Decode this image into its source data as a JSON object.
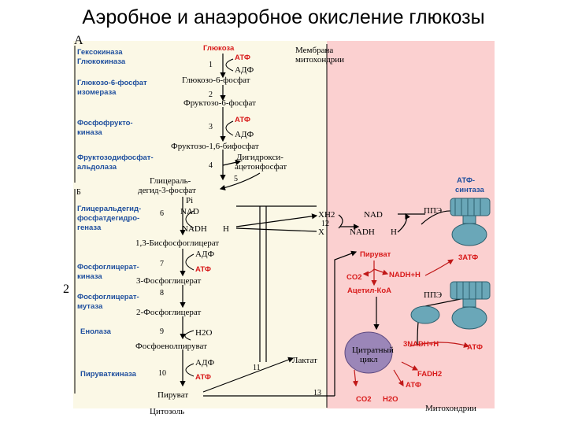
{
  "title": "Аэробное и анаэробное окисление глюкозы",
  "section_labels": {
    "a": "A",
    "b": "Б",
    "two": "2"
  },
  "membrane_label": [
    "Мембрана",
    "митохондрии"
  ],
  "compartments": {
    "cytosol": "Цитозоль",
    "mitochondria": "Митохондрии"
  },
  "enzymes": {
    "hexokinase": [
      "Гексокиназа",
      "Глюкокиназа"
    ],
    "isomerase": [
      "Глюкозо-6-фосфат",
      "изомераза"
    ],
    "pfk": [
      "Фосфофрукто-",
      "киназа"
    ],
    "aldolase": [
      "Фруктозодифосфат-",
      "альдолаза"
    ],
    "gapdh": [
      "Глицеральдегид-",
      "фосфатдегидро-",
      "геназа"
    ],
    "pgk": [
      "Фосфоглицерат-",
      "киназа"
    ],
    "pgm": [
      "Фосфоглицерат-",
      "мутаза"
    ],
    "enolase": "Енолаза",
    "pk": "Пируваткиназа"
  },
  "metabolites": {
    "glucose": "Глюкоза",
    "g6p": "Глюкозо-6-фосфат",
    "f6p": "Фруктозо-6-фосфат",
    "f16bp": "Фруктозо-1,6-бифосфат",
    "dhap": [
      "Дигидрокси-",
      "ацетонфосфат"
    ],
    "g3p": [
      "Глицераль-",
      "дегид-3-фосфат"
    ],
    "bpg": "1,3-Бисфосфоглицерат",
    "pg3": "3-Фосфоглицерат",
    "pg2": "2-Фосфоглицерат",
    "pep": "Фосфоенолпируват",
    "pyruvate": "Пируват",
    "lactate": "Лактат"
  },
  "cofactors": {
    "atp": "АТФ",
    "adp": "АДФ",
    "pi": "Pi",
    "nad": "NAD",
    "nadh": "NADH",
    "h": "H",
    "h2o": "H2O",
    "xh2": "XH2",
    "x": "X"
  },
  "step_numbers": [
    "1",
    "2",
    "3",
    "4",
    "5",
    "6",
    "7",
    "8",
    "9",
    "10",
    "11",
    "12",
    "13"
  ],
  "mito": {
    "atp_synthase": [
      "АТФ-",
      "синтаза"
    ],
    "etc": "ППЭ",
    "atp3": "3АТФ",
    "pyruvate": "Пируват",
    "co2": "CO2",
    "nadh_h": "NADH+H",
    "acetyl_coa": "Ацетил-КоА",
    "cycle": [
      "Цитратный",
      "цикл"
    ],
    "nadh3": "3NADH+H",
    "fadh2": "FADH2",
    "atp": "АТФ",
    "h2o": "H2O"
  },
  "colors": {
    "cytosol": "#fbf8e6",
    "mitochondria": "#fbd0d0",
    "enzyme": "#1f4f9e",
    "accent": "#d81b1b",
    "cycle": "#9b86b8"
  }
}
